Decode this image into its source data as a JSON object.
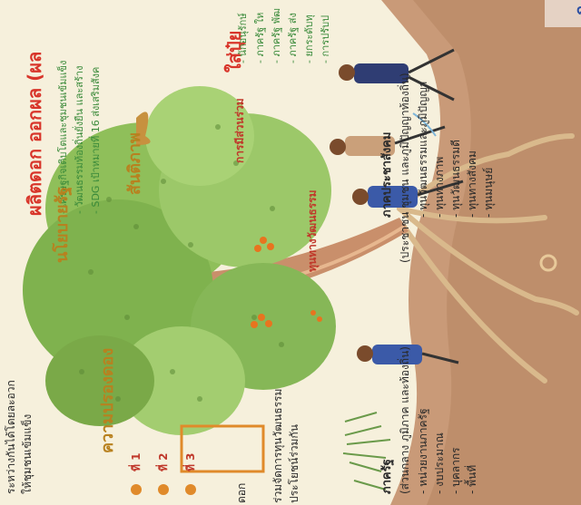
{
  "title_produce": "ผลิตดอก ออกผล (ผล",
  "produce_items": [
    "- เศรษฐกิจเติบโตและชุมชนเข้มแข็ง",
    "- วัฒนธรรมท้องถิ่นยั่งยืน และสร้าง",
    "- SDG เป้าหมายที่ 16 ส่งเสริมสังค"
  ],
  "title_fertilize": "ใส่ปุ๋ย",
  "fertilize_items": [
    "- นักอนุรักษ์",
    "- ภาครัฐ ให",
    "- ภาครัฐ พัฒ",
    "- ภาครัฐ ส่ง",
    "- ยกระดับทุ",
    "- การปรับป"
  ],
  "leaf_label_1": "ความปรองดอง",
  "leaf_label_2": "นโยบายรัฐ",
  "leaf_label_3": "สันติภาพ",
  "canopy_label": "การมีส่วนร่วม",
  "branch_label": "ทุนทางวัฒนธรรม",
  "trunk_label": "ภาคประชาสังคม",
  "trunk_sub": "(ประชาชน ชุมชน และภูมิปัญญาท้องถิ่น)",
  "trunk_items": [
    "- ทุนวัฒนธรรมและภูมิปัญญา",
    "- ทุนทางภาพ",
    "- ทุนวัฒนธรรมดี",
    "- ทุนทางสังคม",
    "- ทุนมนุษย์"
  ],
  "root_label": "ภาครัฐ",
  "root_sub": "(ส่วนกลาง ภูมิภาค และท้องถิ่น)",
  "root_items": [
    "- หน่วยงานภาครัฐ",
    "- งบประมาณ",
    "- บุคลากร",
    "- พื้นที่"
  ],
  "left_notes": [
    "ระหว่างกันได้โดยละอวก",
    "ให้ชุมชนเข้มแข็ง",
    "ดอก"
  ],
  "bottom_text_1": "ร่วมจัดการทุนวัฒนธรรม",
  "bottom_text_2": "ประโยชน์ร่วมกัน",
  "bullets": [
    "ที่ 1",
    "ที่ 2",
    "ที่ 3"
  ],
  "colors": {
    "produce_title": "#d8352a",
    "blue_title": "#2c4fa3",
    "green_text": "#3a8a3a",
    "gold_text": "#b8811f"
  }
}
